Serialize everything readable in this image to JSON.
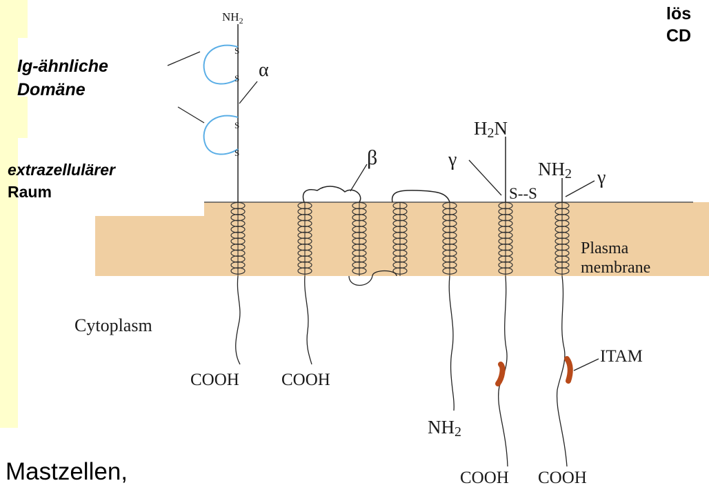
{
  "colors": {
    "background": "#ffffff",
    "sidebar": "#ffffcc",
    "membrane": "#f0cfa2",
    "membrane_edge": "#555555",
    "line": "#222222",
    "domain_loop": "#5aaee6",
    "itam": "#b84a1a"
  },
  "labels": {
    "nh2_top": "NH",
    "nh2_top_sub": "2",
    "s_marks": [
      "S",
      "S",
      "S",
      "S"
    ],
    "ig_line1": "Ig-ähnliche",
    "ig_line2": "Domäne",
    "alpha": "α",
    "extra_line1": "extrazellulärer",
    "extra_line2": "Raum",
    "beta": "β",
    "gamma_left": "γ",
    "gamma_right": "γ",
    "h2n": "H",
    "h2n_sub": "2",
    "h2n_n": "N",
    "nh2_right": "NH",
    "nh2_right_sub": "2",
    "disulfide": "S--S",
    "plasma1": "Plasma",
    "plasma2": "membrane",
    "cytoplasm": "Cytoplasm",
    "cooh_alpha": "COOH",
    "cooh_beta": "COOH",
    "nh2_bottom": "NH",
    "nh2_bottom_sub": "2",
    "itam": "ITAM",
    "cooh_g1": "COOH",
    "cooh_g2": "COOH",
    "cut_top1": "lös",
    "cut_top2": "CD",
    "mast": "Mastzellen,"
  }
}
